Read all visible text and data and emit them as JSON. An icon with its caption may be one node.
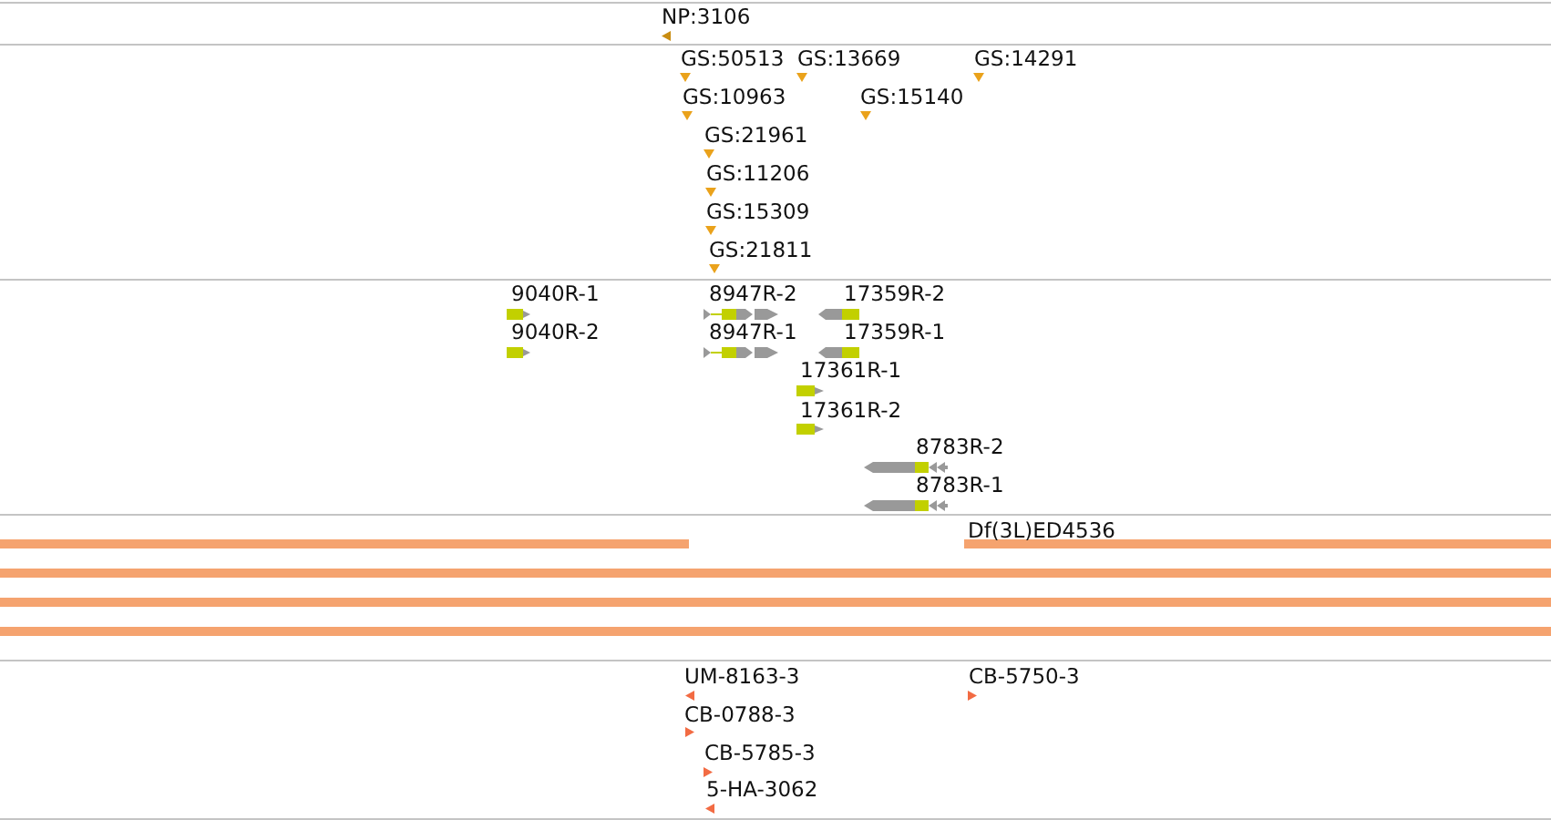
{
  "diagram": {
    "nodes": [
      {
        "text": [
          "NP:3106"
        ]
      },
      {
        "text": [
          "GS:50513"
        ]
      },
      {
        "text": [
          "GS:13669"
        ]
      },
      {
        "text": [
          "GS:14291"
        ]
      },
      {
        "text": [
          "GS:10963"
        ]
      },
      {
        "text": [
          "GS:15140"
        ]
      },
      {
        "text": [
          "GS:21961"
        ]
      },
      {
        "text": [
          "GS:11206"
        ]
      },
      {
        "text": [
          "GS:15309"
        ]
      },
      {
        "text": [
          "GS:21811"
        ]
      },
      {
        "text": [
          "9040R-1"
        ]
      },
      {
        "text": [
          "8947R-2"
        ]
      },
      {
        "text": [
          "17359R-2"
        ]
      },
      {
        "text": [
          "9040R-2"
        ]
      },
      {
        "text": [
          "8947R-1"
        ]
      },
      {
        "text": [
          "17359R-1"
        ]
      },
      {
        "text": [
          "17361R-1"
        ]
      },
      {
        "text": [
          "17361R-2"
        ]
      },
      {
        "text": [
          "8783R-2"
        ]
      },
      {
        "text": [
          "8783R-1"
        ]
      },
      {
        "text": [
          "Df(3L)ED4536"
        ]
      },
      {
        "text": [],
        "shape": "bar"
      },
      {
        "text": [],
        "shape": "bar"
      },
      {
        "text": [],
        "shape": "bar"
      },
      {
        "text": [],
        "shape": "bar"
      },
      {
        "text": [
          "UM-8163-3"
        ]
      },
      {
        "text": [
          "CB-5750-3"
        ]
      },
      {
        "text": [
          "CB-0788-3"
        ]
      },
      {
        "text": [
          "CB-5785-3"
        ]
      },
      {
        "text": [
          "5-HA-3062"
        ]
      }
    ]
  }
}
